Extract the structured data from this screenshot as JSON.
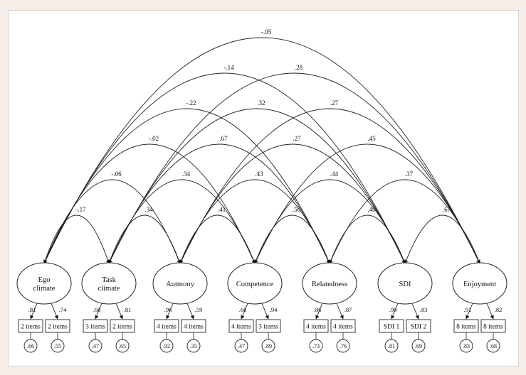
{
  "colors": {
    "background": "#f6efe9",
    "panel": "#ffffff",
    "stroke": "#222222"
  },
  "factors": [
    {
      "id": "ego",
      "label_lines": [
        "Ego",
        "climate"
      ],
      "indicators": [
        {
          "label": "2 items",
          "loading": ".81",
          "error": ".66"
        },
        {
          "label": "2 items",
          "loading": ".74",
          "error": ".55"
        }
      ]
    },
    {
      "id": "task",
      "label_lines": [
        "Task",
        "climate"
      ],
      "indicators": [
        {
          "label": "3 items",
          "loading": ".68",
          "error": ".47"
        },
        {
          "label": "2 items",
          "loading": ".81",
          "error": ".65"
        }
      ]
    },
    {
      "id": "autonomy",
      "label_lines": [
        "Autmony"
      ],
      "indicators": [
        {
          "label": "4 items",
          "loading": ".96",
          "error": ".92"
        },
        {
          "label": "4 items",
          "loading": ".59",
          "error": ".35"
        }
      ]
    },
    {
      "id": "competence",
      "label_lines": [
        "Competence"
      ],
      "indicators": [
        {
          "label": "4 items",
          "loading": ".68",
          "error": ".47"
        },
        {
          "label": "3  items",
          "loading": ".94",
          "error": ".89"
        }
      ]
    },
    {
      "id": "relatedness",
      "label_lines": [
        "Relatedness"
      ],
      "indicators": [
        {
          "label": "4 items",
          "loading": ".86",
          "error": ".73"
        },
        {
          "label": "4 items",
          "loading": ".87",
          "error": ".76"
        }
      ]
    },
    {
      "id": "sdi",
      "label_lines": [
        "SDI"
      ],
      "indicators": [
        {
          "label": "SDI 1",
          "loading": ".90",
          "error": ".81"
        },
        {
          "label": "SDI 2",
          "loading": ".83",
          "error": ".69"
        }
      ]
    },
    {
      "id": "enjoyment",
      "label_lines": [
        "Enjoyment"
      ],
      "indicators": [
        {
          "label": "8 items",
          "loading": ".91",
          "error": ".83"
        },
        {
          "label": "8 items",
          "loading": ".82",
          "error": ".68"
        }
      ]
    }
  ],
  "correlations": [
    {
      "from": "ego",
      "to": "task",
      "value": "-.17"
    },
    {
      "from": "ego",
      "to": "autonomy",
      "value": "-.06"
    },
    {
      "from": "ego",
      "to": "competence",
      "value": "-.02"
    },
    {
      "from": "ego",
      "to": "relatedness",
      "value": "-.22"
    },
    {
      "from": "ego",
      "to": "sdi",
      "value": "-.14"
    },
    {
      "from": "ego",
      "to": "enjoyment",
      "value": "-.05"
    },
    {
      "from": "task",
      "to": "autonomy",
      "value": ".34"
    },
    {
      "from": "task",
      "to": "competence",
      "value": ".34"
    },
    {
      "from": "task",
      "to": "relatedness",
      "value": ".67"
    },
    {
      "from": "task",
      "to": "sdi",
      "value": ".32"
    },
    {
      "from": "task",
      "to": "enjoyment",
      "value": ".28"
    },
    {
      "from": "autonomy",
      "to": "competence",
      "value": ".41"
    },
    {
      "from": "autonomy",
      "to": "relatedness",
      "value": ".43"
    },
    {
      "from": "autonomy",
      "to": "sdi",
      "value": ".27"
    },
    {
      "from": "autonomy",
      "to": "enjoyment",
      "value": ".27"
    },
    {
      "from": "competence",
      "to": "relatedness",
      "value": ".50"
    },
    {
      "from": "competence",
      "to": "sdi",
      "value": ".44"
    },
    {
      "from": "competence",
      "to": "enjoyment",
      "value": ".45"
    },
    {
      "from": "relatedness",
      "to": "sdi",
      "value": ".40"
    },
    {
      "from": "relatedness",
      "to": "enjoyment",
      "value": ".37"
    },
    {
      "from": "sdi",
      "to": "enjoyment",
      "value": ".67"
    }
  ]
}
